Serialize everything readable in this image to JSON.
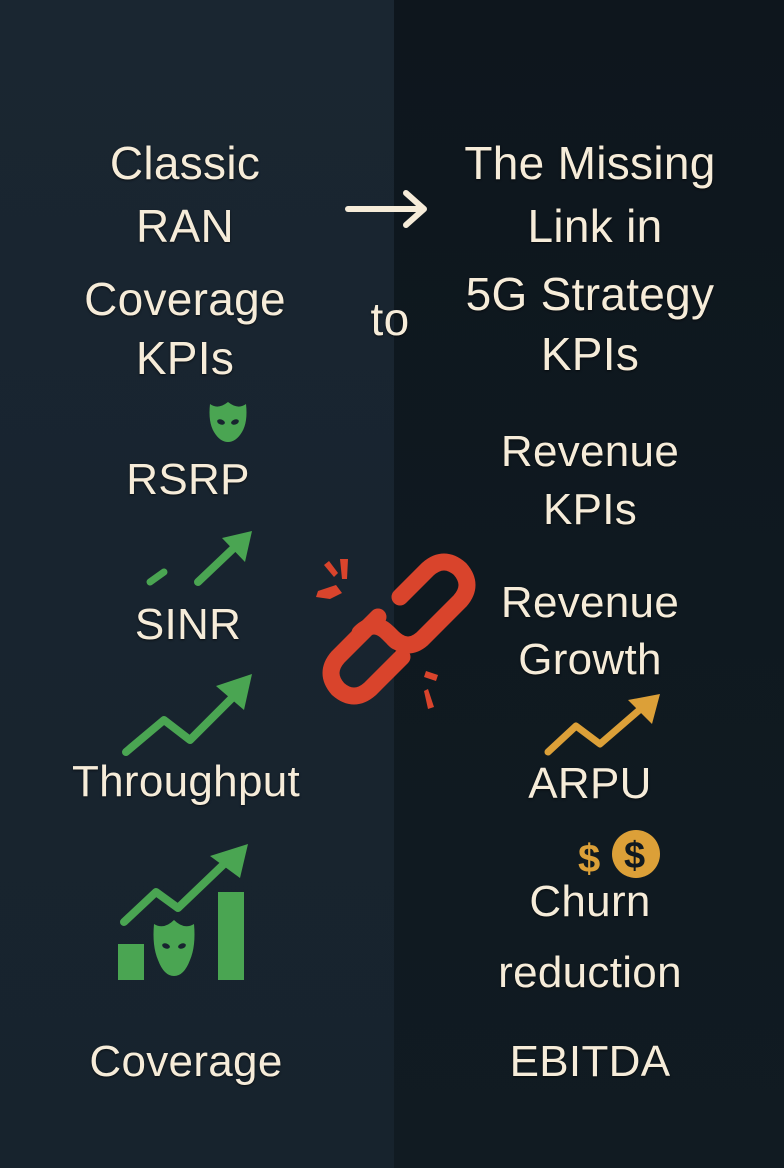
{
  "colors": {
    "left_background": "#18242f",
    "right_background": "#0f1920",
    "text": "#f6ecd9",
    "green": "#4aa552",
    "gold": "#dca038",
    "red": "#d9442c"
  },
  "header": {
    "left_title_lines": [
      "Classic",
      "RAN",
      "Coverage",
      "KPIs"
    ],
    "connector_arrow": "→",
    "connector_word": "to",
    "right_title_lines": [
      "The Missing",
      "Link in",
      "5G Strategy",
      "KPIs"
    ]
  },
  "left_column": {
    "items": [
      {
        "label": "RSRP",
        "icon": "mask-icon"
      },
      {
        "label": "SINR",
        "icon": "trend-arrow-icon"
      },
      {
        "label": "Throughput",
        "icon": "zigzag-trend-arrow-icon"
      },
      {
        "label": "Coverage",
        "icon": "bar-chart-trend-mask-icon"
      }
    ]
  },
  "center": {
    "icon": "broken-chain-link-icon"
  },
  "right_column": {
    "items": [
      {
        "label_lines": [
          "Revenue",
          "KPIs"
        ]
      },
      {
        "label_lines": [
          "Revenue",
          "Growth"
        ]
      },
      {
        "label": "ARPU",
        "icon": "gold-trend-arrow-icon"
      },
      {
        "label_lines": [
          "Churn",
          "reduction"
        ],
        "icon": "dollar-coins-icon"
      },
      {
        "label": "EBITDA"
      }
    ]
  }
}
